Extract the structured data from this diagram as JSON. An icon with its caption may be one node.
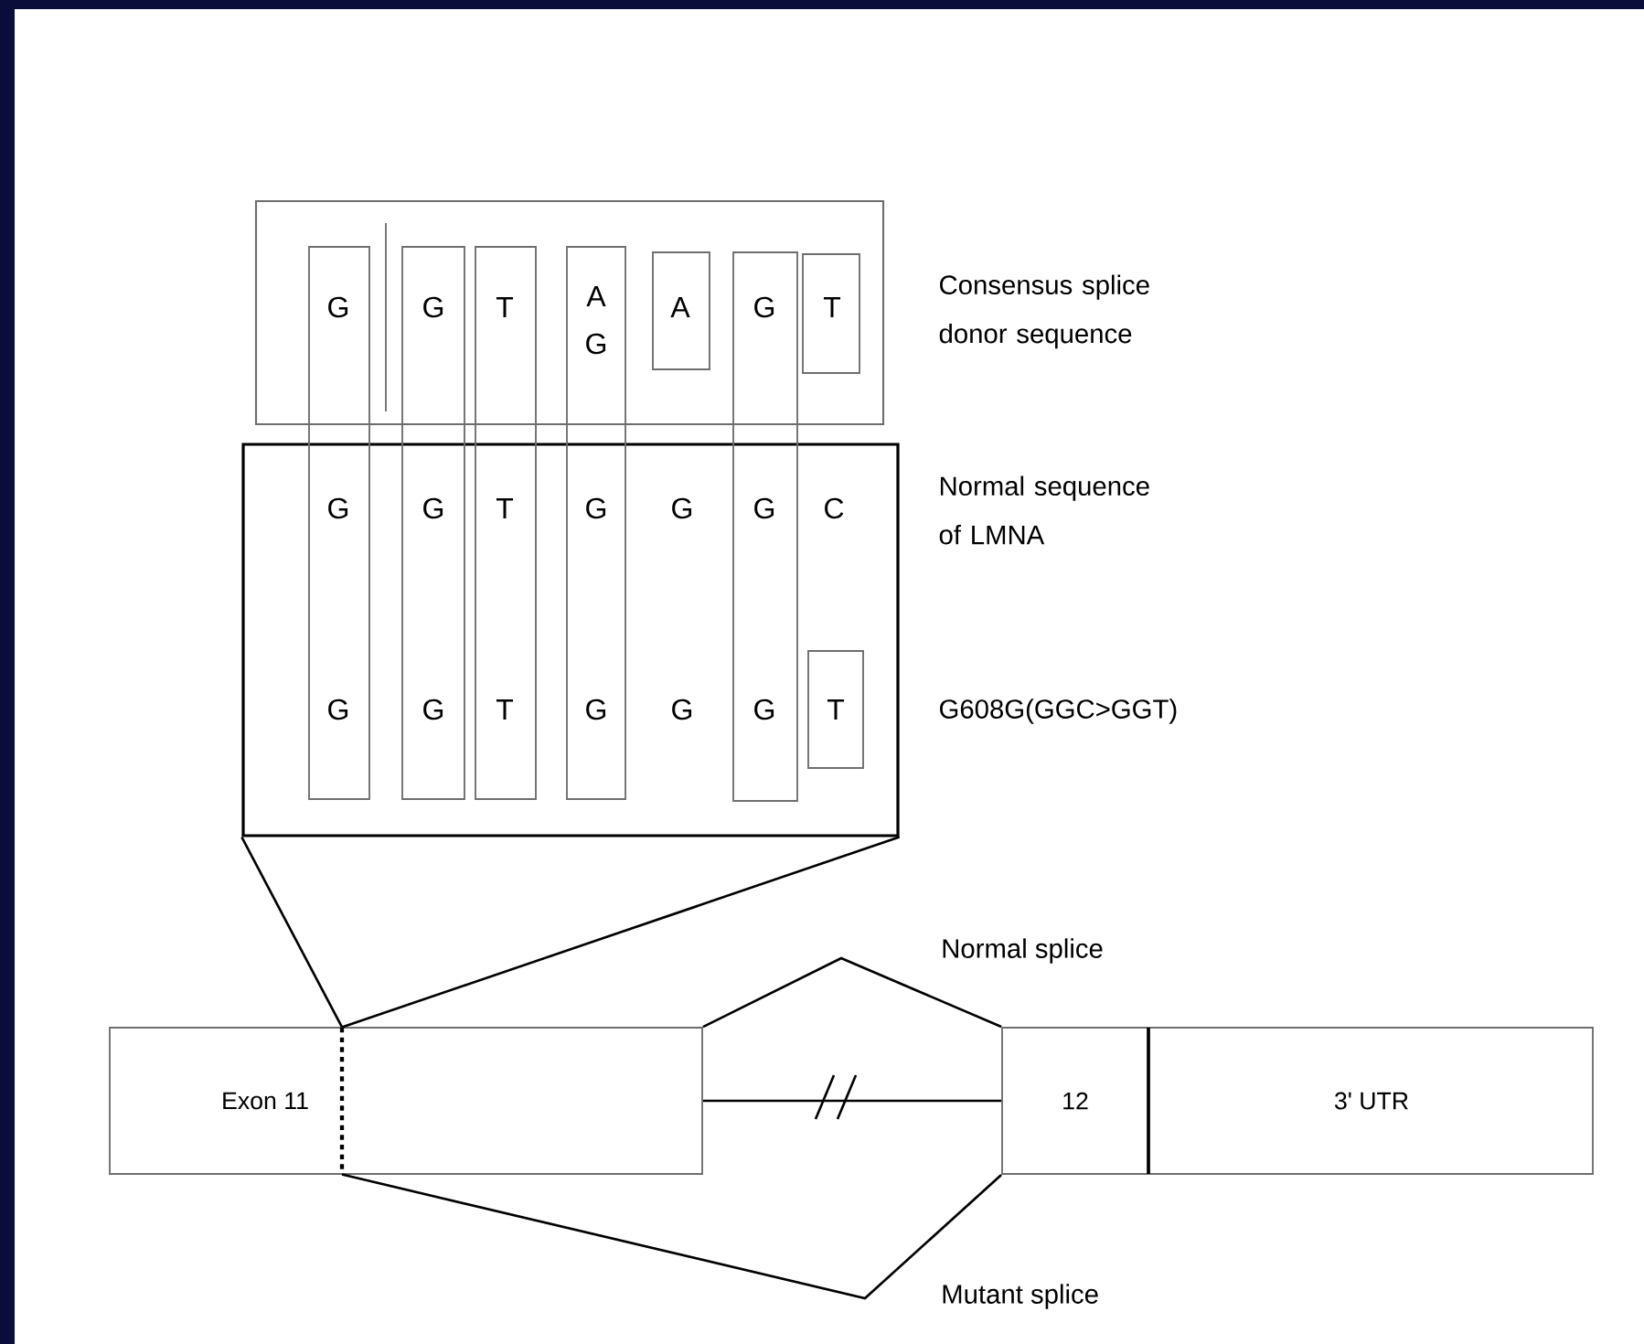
{
  "diagram": {
    "nodes": [
      {
        "text": [],
        "shape": "box",
        "beside": [
          "Consensus splice donor sequence"
        ]
      },
      {
        "text": [],
        "shape": "box"
      },
      {
        "text": [
          "G",
          "G",
          "G"
        ]
      },
      {
        "text": [
          "G",
          "G",
          "G"
        ]
      },
      {
        "text": [
          "T",
          "T",
          "T"
        ]
      },
      {
        "text": [
          "A",
          "G",
          "G",
          "G"
        ]
      },
      {
        "text": [
          "A"
        ],
        "in": 0
      },
      {
        "text": [
          "G",
          "G",
          "G"
        ]
      },
      {
        "text": [
          "T"
        ],
        "in": 0
      },
      {
        "text": [
          "T"
        ],
        "in": 1
      },
      {
        "text": [
          "Exon 11"
        ]
      },
      {
        "text": [],
        "shape": "bar",
        "in": 10
      },
      {
        "text": [
          "12"
        ]
      },
      {
        "text": [
          "3' UTR"
        ]
      }
    ],
    "edges": [
      {
        "from": 1,
        "to": 11,
        "arrow": "none"
      },
      {
        "from": 1,
        "to": 11,
        "arrow": "none"
      },
      {
        "from": 10,
        "to": 12,
        "arrow": "none"
      },
      {
        "from": 10,
        "to": 12,
        "arrow": "none",
        "label": "Normal splice"
      },
      {
        "from": 11,
        "to": 12,
        "arrow": "none",
        "label": "Mutant splice"
      }
    ],
    "labels": [
      "G",
      "C",
      "Normal sequence of LMNA",
      "G",
      "G608G(GGC>GGT)"
    ]
  }
}
